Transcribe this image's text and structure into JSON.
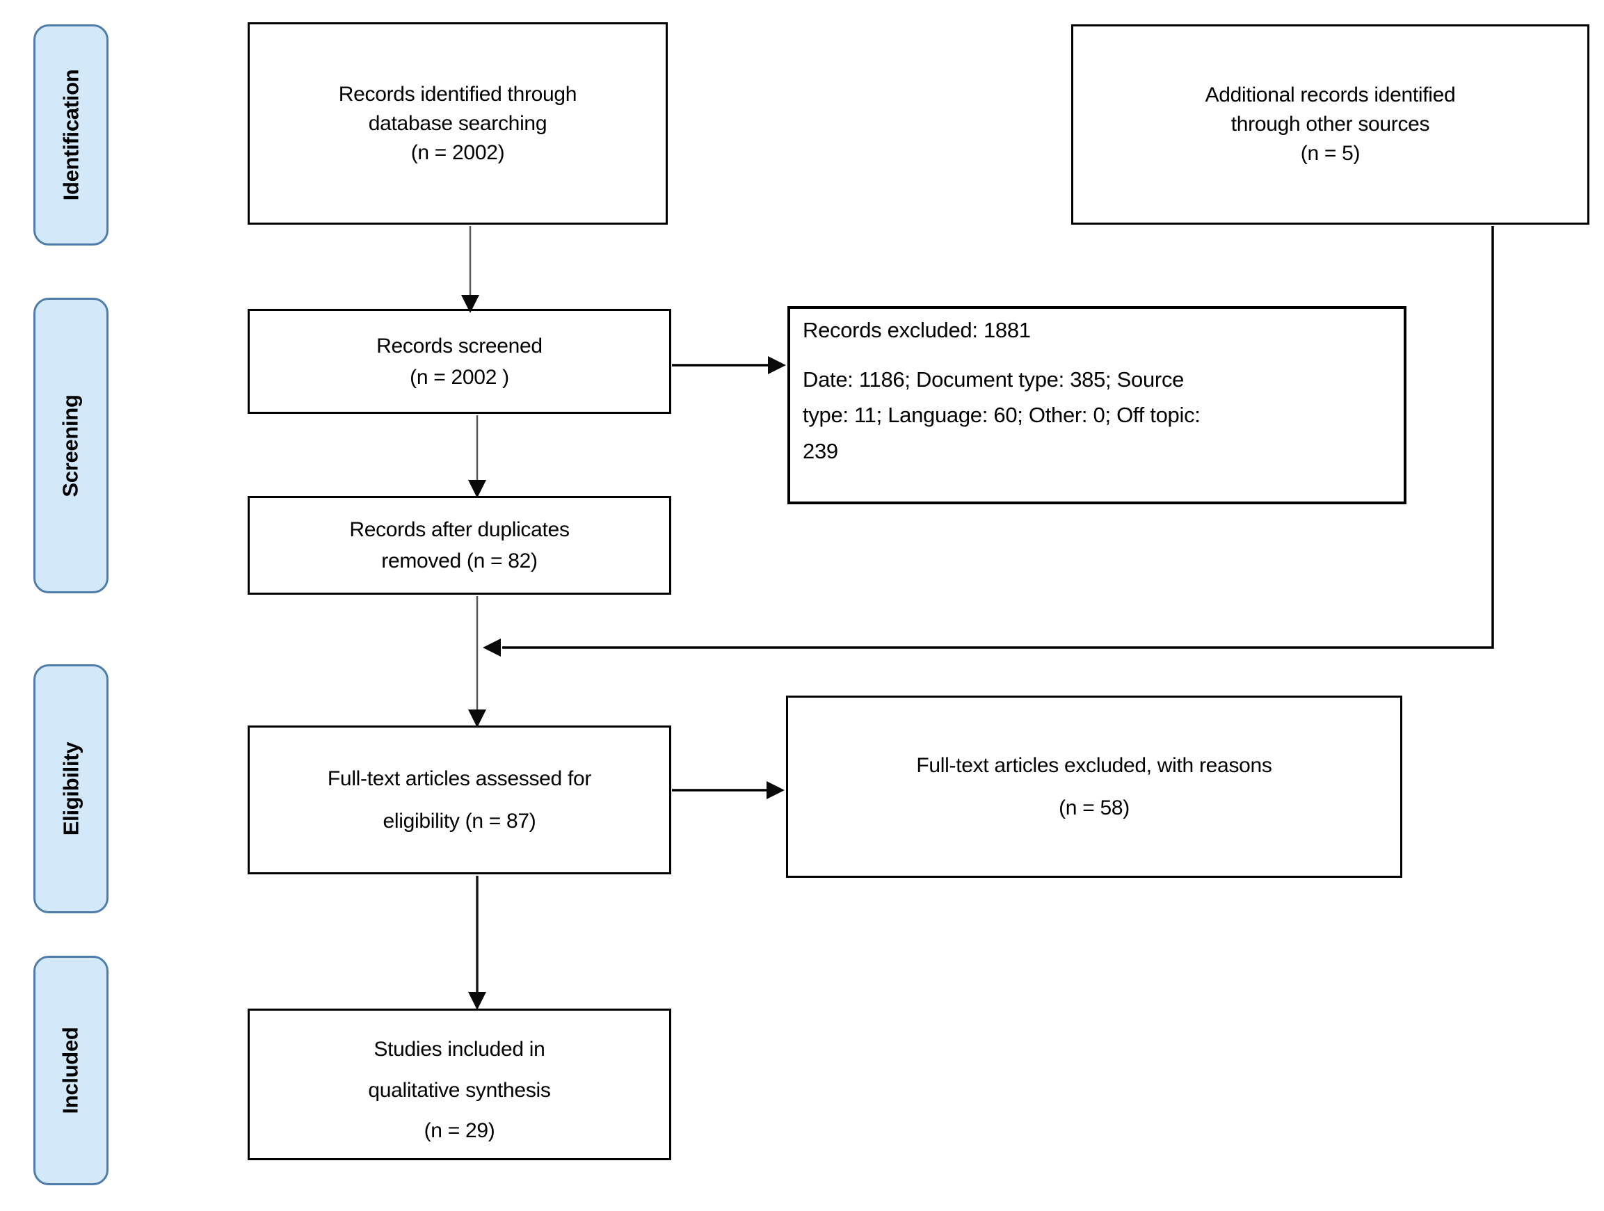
{
  "sidebar": {
    "stages": [
      {
        "id": "identification",
        "label": "Identification"
      },
      {
        "id": "screening",
        "label": "Screening"
      },
      {
        "id": "eligibility",
        "label": "Eligibility"
      },
      {
        "id": "included",
        "label": "Included"
      }
    ]
  },
  "boxes": {
    "records_identified": "Records identified through\ndatabase searching\n(n = 2002)",
    "additional_records": "Additional records identified\nthrough other sources\n(n = 5)",
    "records_screened": "Records screened\n(n = 2002 )",
    "records_excluded_title": "Records excluded: 1881",
    "records_excluded_detail": "Date: 1186; Document type: 385; Source\ntype: 11; Language: 60; Other: 0; Off topic:\n239",
    "records_after_duplicates": "Records after duplicates\nremoved (n = 82)",
    "fulltext_assessed": "Full-text articles assessed for\neligibility (n = 87)",
    "fulltext_excluded": "Full-text articles excluded, with reasons\n(n = 58)",
    "studies_included": "Studies included in\nqualitative synthesis\n(n = 29)"
  },
  "colors": {
    "stage_fill": "#d3e9f9",
    "stage_border": "#4f7dab",
    "box_border": "#000000",
    "text": "#000000",
    "connector_thin": "#595959",
    "connector_thick": "#000000"
  }
}
